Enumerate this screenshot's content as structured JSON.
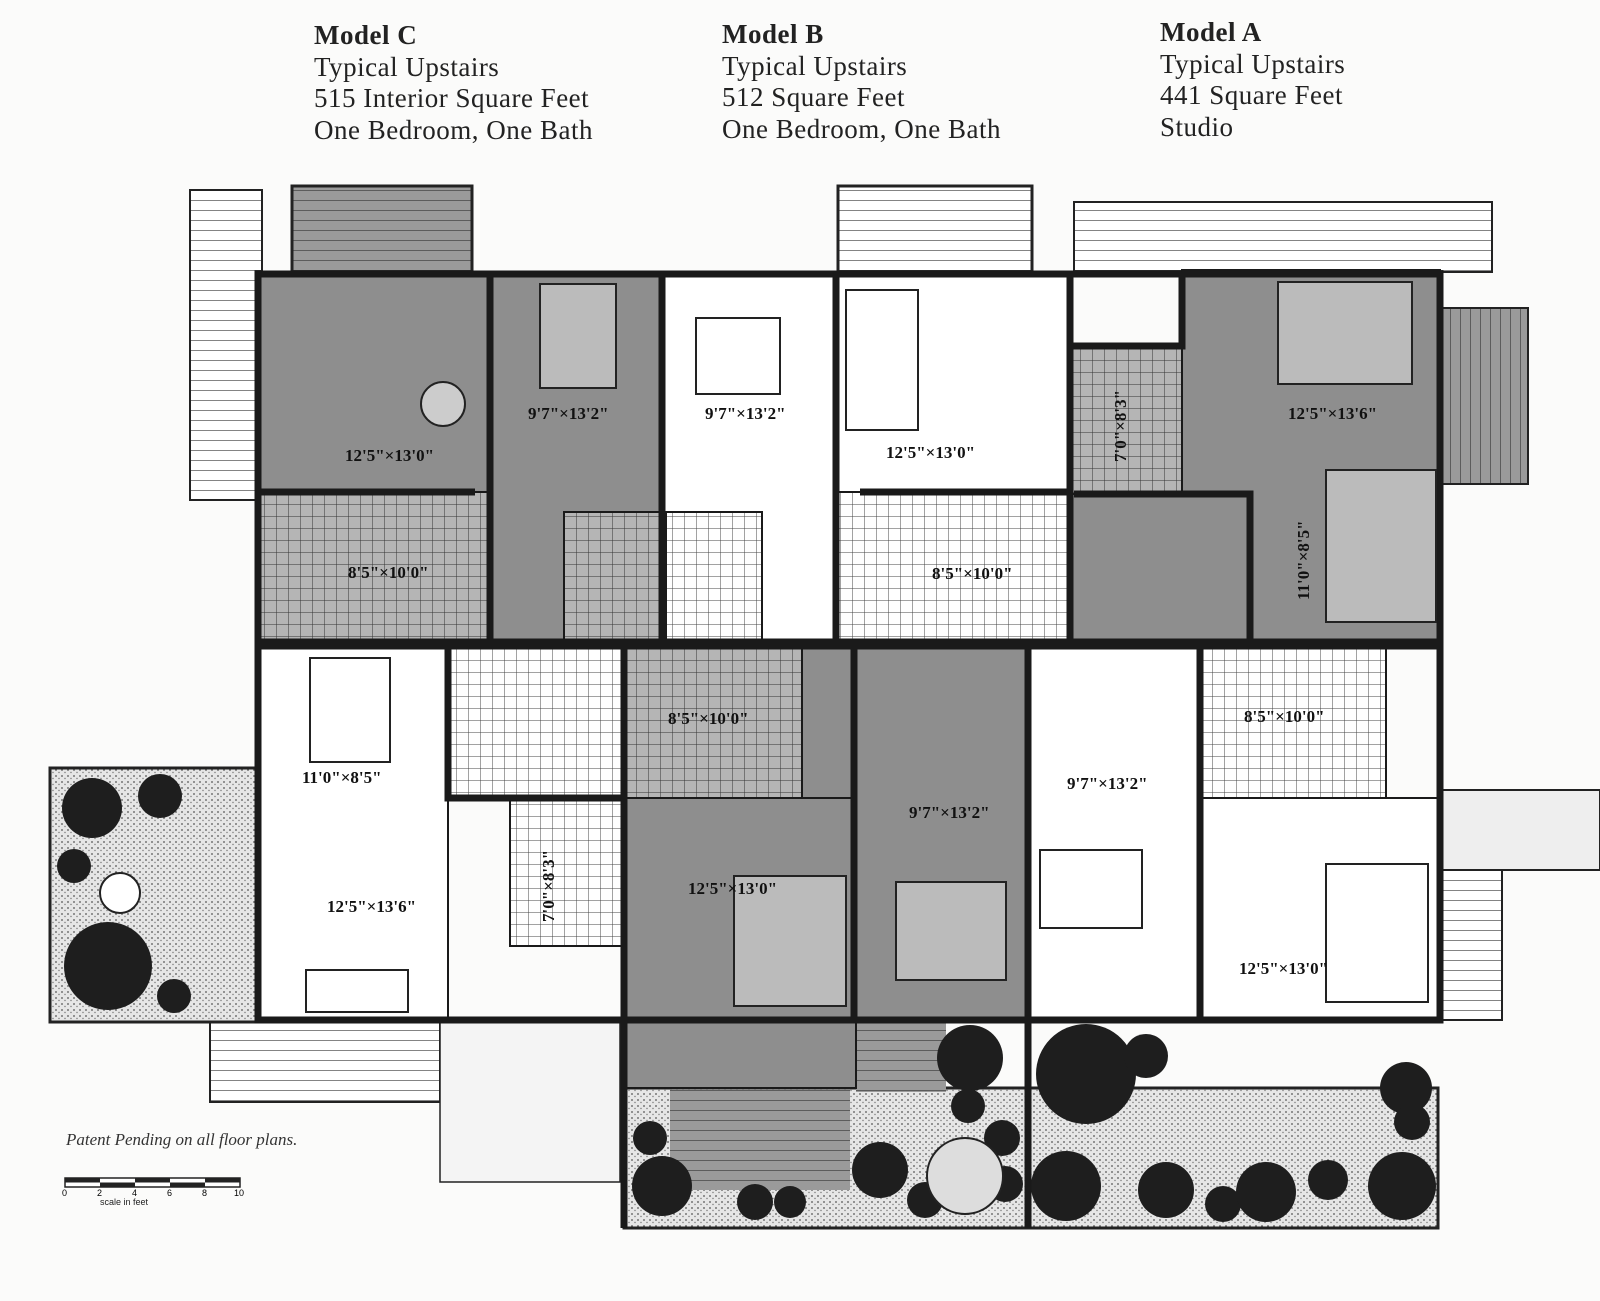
{
  "models": [
    {
      "name": "Model C",
      "level": "Typical Upstairs",
      "area": "515 Interior Square Feet",
      "rooms": "One Bedroom, One Bath"
    },
    {
      "name": "Model B",
      "level": "Typical Upstairs",
      "area": "512 Square Feet",
      "rooms": "One Bedroom, One Bath"
    },
    {
      "name": "Model A",
      "level": "Typical Upstairs",
      "area": "441 Square Feet",
      "rooms": "Studio"
    }
  ],
  "dimensions": {
    "top": [
      "12'5\"×13'0\"",
      "9'7\"×13'2\"",
      "8'5\"×10'0\"",
      "9'7\"×13'2\"",
      "12'5\"×13'0\"",
      "8'5\"×10'0\"",
      "12'5\"×13'6\"",
      "7'0\"×8'3\"",
      "11'0\"×8'5\""
    ],
    "bottom": [
      "11'0\"×8'5\"",
      "12'5\"×13'6\"",
      "7'0\"×8'3\"",
      "8'5\"×10'0\"",
      "12'5\"×13'0\"",
      "9'7\"×13'2\"",
      "9'7\"×13'2\"",
      "8'5\"×10'0\"",
      "12'5\"×13'0\""
    ]
  },
  "note": "Patent Pending on all floor plans.",
  "scale": {
    "ticks": [
      "0",
      "2",
      "4",
      "6",
      "8",
      "10"
    ],
    "caption": "scale in feet"
  },
  "colors": {
    "shaded": "#8c8c8c",
    "wall": "#1a1a1a",
    "paper": "#fbfbfa"
  }
}
